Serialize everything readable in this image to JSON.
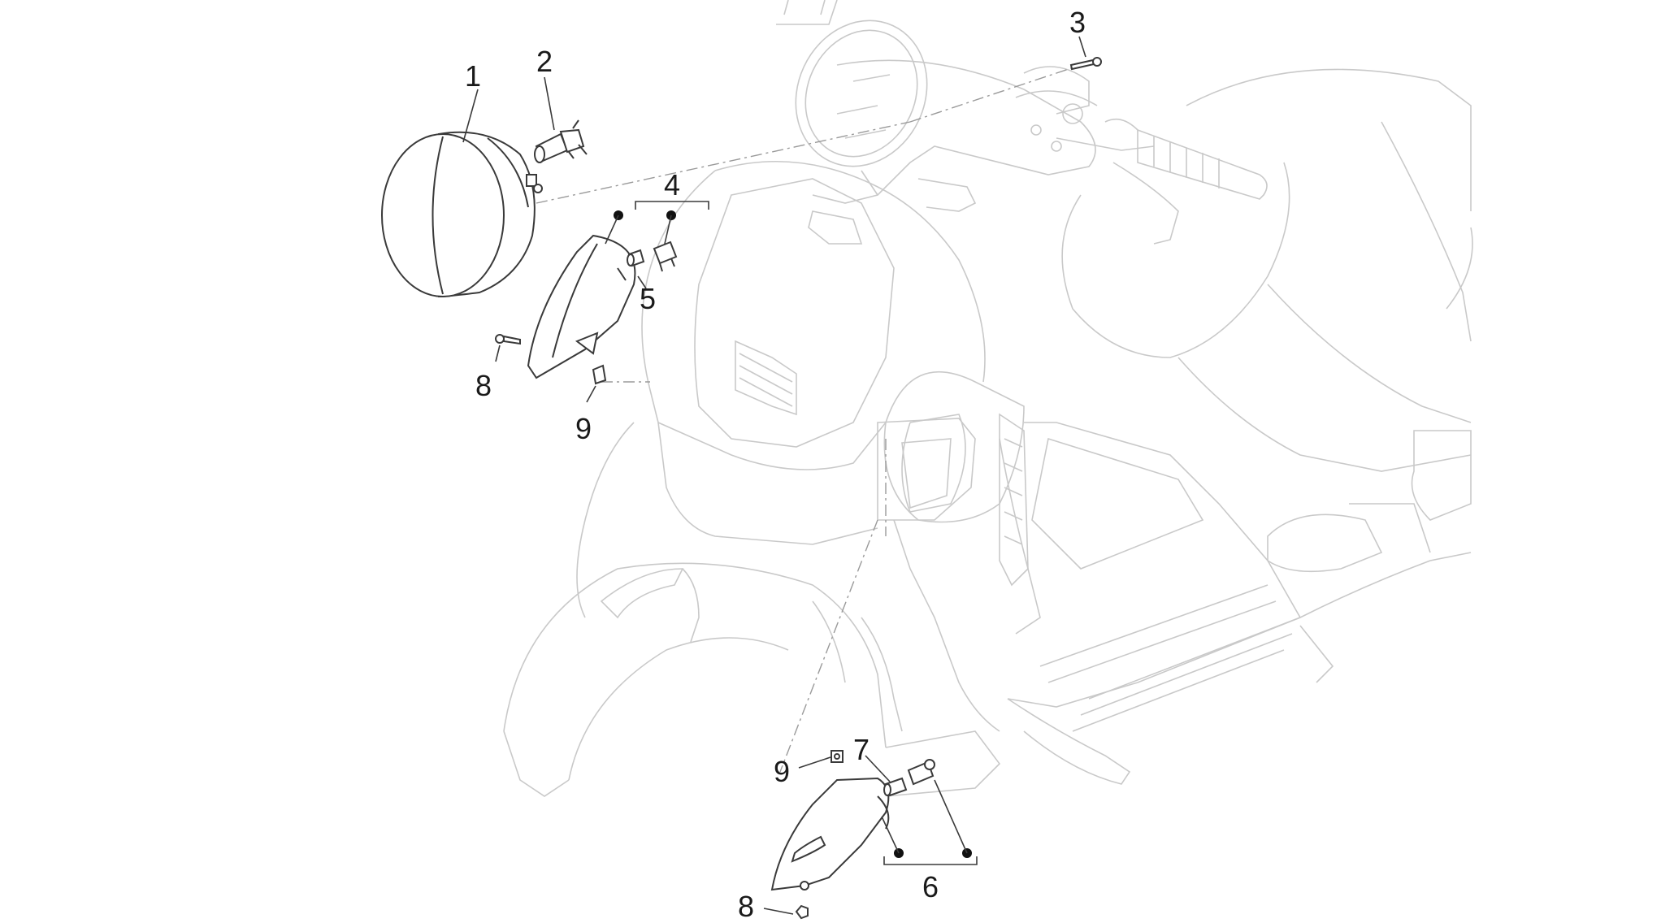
{
  "callouts": {
    "c1": "1",
    "c2": "2",
    "c3": "3",
    "c4": "4",
    "c5": "5",
    "c6": "6",
    "c7": "7",
    "c8a": "8",
    "c8b": "8",
    "c9a": "9",
    "c9b": "9"
  }
}
